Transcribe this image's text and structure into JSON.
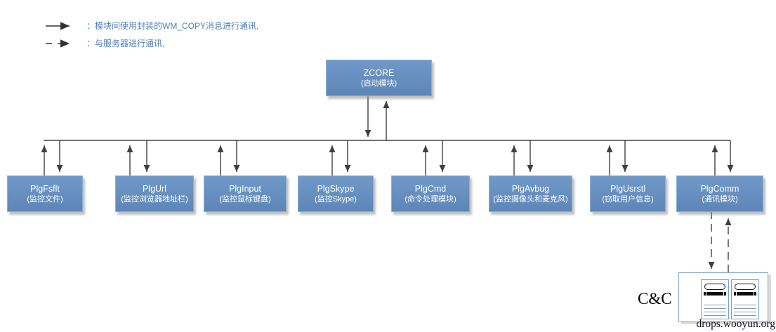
{
  "legend": {
    "solid_arrow_icon": "solid-arrow",
    "solid_label": "：模块间使用封装的WM_COPY消息进行通讯,",
    "dashed_arrow_icon": "dashed-arrow",
    "dashed_label": "：与服务器进行通讯,"
  },
  "root": {
    "title": "ZCORE",
    "subtitle": "(启动模块)"
  },
  "modules": [
    {
      "title": "PlgFsflt",
      "subtitle": "(监控文件)"
    },
    {
      "title": "PlgUrl",
      "subtitle": "(监控浏览器地址栏)"
    },
    {
      "title": "PlgInput",
      "subtitle": "(监控鼠标键盘)"
    },
    {
      "title": "PlgSkype",
      "subtitle": "(监控Skype)"
    },
    {
      "title": "PlgCmd",
      "subtitle": "(命令处理模块)"
    },
    {
      "title": "PlgAvbug",
      "subtitle": "(监控摄像头和麦克风)"
    },
    {
      "title": "PlgUsrstl",
      "subtitle": "(窃取用户信息)"
    },
    {
      "title": "PlgComm",
      "subtitle": "(通讯模块)"
    }
  ],
  "server": {
    "label": "C&C"
  },
  "watermark": "drops.wooyun.org",
  "colors": {
    "node_fill_top": "#7099c8",
    "node_fill_bottom": "#5d86b8",
    "node_border": "#8ab0d8",
    "legend_text": "#4f81bd",
    "wire": "#404040",
    "cc_box_border": "#7da9cf",
    "server_border": "#6aa2d8"
  }
}
